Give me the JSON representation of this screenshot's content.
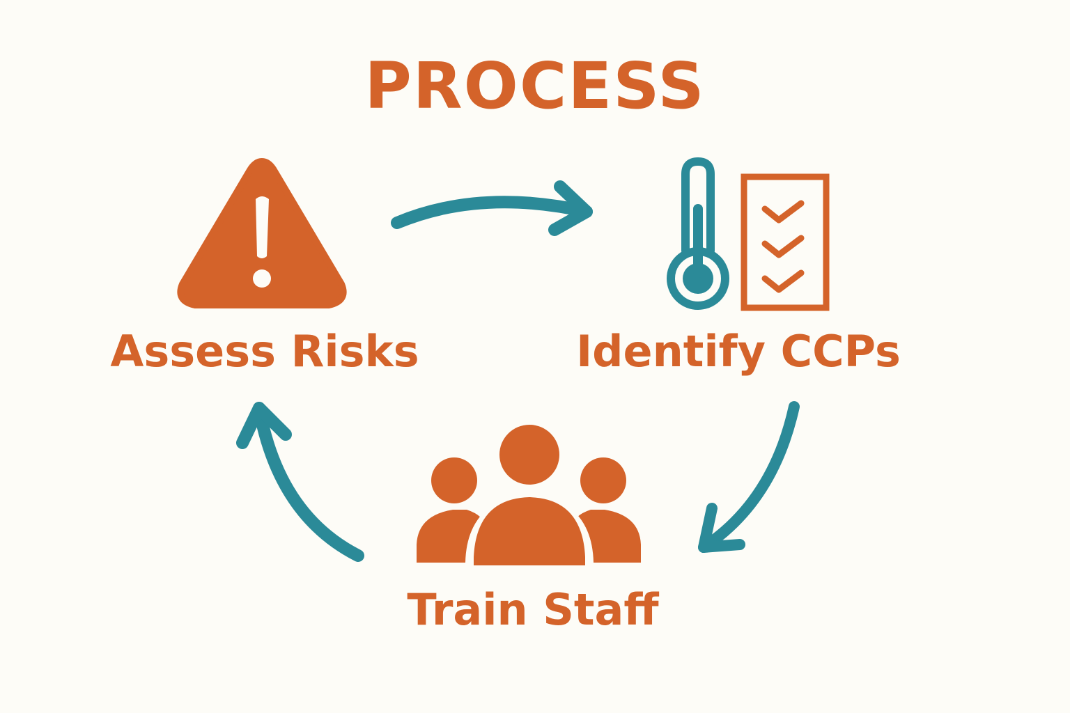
{
  "title": "PROCESS",
  "steps": {
    "assess": {
      "label": "Assess Risks",
      "icon": "warning-triangle-icon"
    },
    "identify": {
      "label": "Identify CCPs",
      "icon": "thermometer-checklist-icon"
    },
    "train": {
      "label": "Train Staff",
      "icon": "people-group-icon"
    }
  },
  "colors": {
    "accent": "#d4632a",
    "arrow": "#2b8a98",
    "background": "#fdfcf7"
  }
}
